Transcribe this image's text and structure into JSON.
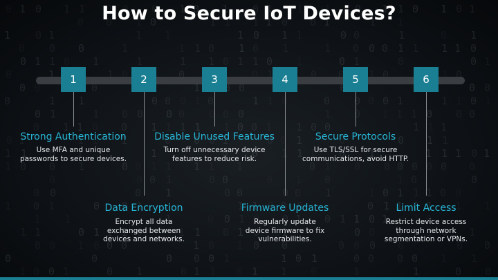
{
  "title": "How to Secure IoT Devices?",
  "steps": [
    {
      "number": "1",
      "title": "Strong Authentication",
      "description": "Use MFA and unique\npasswords to secure devices."
    },
    {
      "number": "2",
      "title": "Data Encryption",
      "description": "Encrypt all data\nexchanged between\ndevices and networks."
    },
    {
      "number": "3",
      "title": "Disable Unused Features",
      "description": "Turn off unnecessary device\nfeatures to reduce risk."
    },
    {
      "number": "4",
      "title": "Firmware Updates",
      "description": "Regularly update\ndevice firmware to fix\nvulnerabilities."
    },
    {
      "number": "5",
      "title": "Secure Protocols",
      "description": "Use TLS/SSL for secure\ncommunications, avoid HTTP."
    },
    {
      "number": "6",
      "title": "Limit Access",
      "description": "Restrict device access\nthrough network\nsegmentation or VPNs."
    }
  ],
  "colors": {
    "accent": "#1a7f93",
    "step_title": "#27b6d6",
    "background": "#0e1216"
  }
}
